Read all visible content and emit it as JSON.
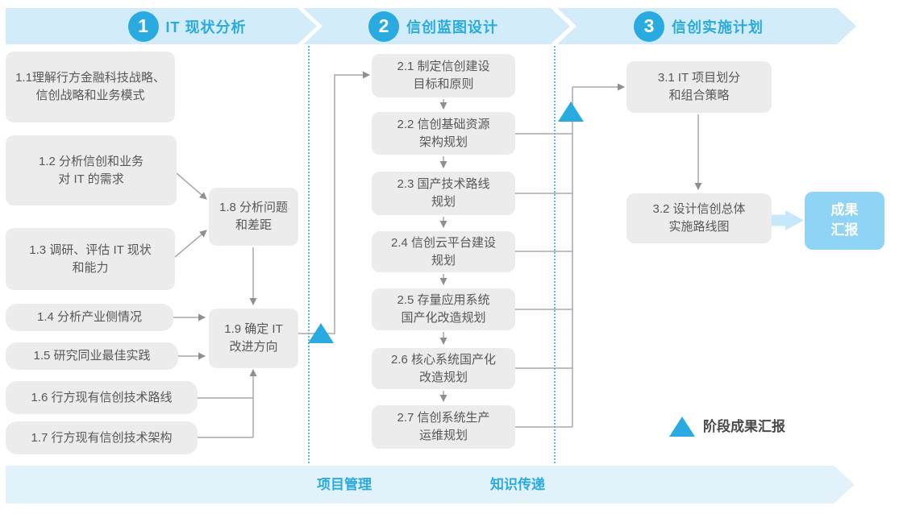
{
  "colors": {
    "accent": "#29abe2",
    "banner_fill": "#d3ecfa",
    "footer_fill": "#e1f2fb",
    "node_fill": "#ececec",
    "node_text": "#595757",
    "connector": "#a8a8a8",
    "result_fill": "#8fd4f4",
    "result_arrow": "#c5e9fa"
  },
  "phases": [
    {
      "number": "1",
      "title": "IT 现状分析"
    },
    {
      "number": "2",
      "title": "信创蓝图设计"
    },
    {
      "number": "3",
      "title": "信创实施计划"
    }
  ],
  "phase1_tasks": {
    "t11": {
      "lines": [
        "1.1理解行方金融科技战略、",
        "信创战略和业务模式"
      ]
    },
    "t12": {
      "lines": [
        "1.2 分析信创和业务",
        "对 IT 的需求"
      ]
    },
    "t13": {
      "lines": [
        "1.3 调研、评估 IT 现状",
        "和能力"
      ]
    },
    "t14": {
      "lines": [
        "1.4 分析产业侧情况"
      ]
    },
    "t15": {
      "lines": [
        "1.5 研究同业最佳实践"
      ]
    },
    "t16": {
      "lines": [
        "1.6 行方现有信创技术路线"
      ]
    },
    "t17": {
      "lines": [
        "1.7 行方现有信创技术架构"
      ]
    },
    "t18": {
      "lines": [
        "1.8 分析问题",
        "和差距"
      ]
    },
    "t19": {
      "lines": [
        "1.9 确定 IT",
        "改进方向"
      ]
    }
  },
  "phase2_tasks": {
    "t21": {
      "lines": [
        "2.1 制定信创建设",
        "目标和原则"
      ]
    },
    "t22": {
      "lines": [
        "2.2 信创基础资源",
        "架构规划"
      ]
    },
    "t23": {
      "lines": [
        "2.3 国产技术路线",
        "规划"
      ]
    },
    "t24": {
      "lines": [
        "2.4 信创云平台建设",
        "规划"
      ]
    },
    "t25": {
      "lines": [
        "2.5 存量应用系统",
        "国产化改造规划"
      ]
    },
    "t26": {
      "lines": [
        "2.6 核心系统国产化",
        "改造规划"
      ]
    },
    "t27": {
      "lines": [
        "2.7 信创系统生产",
        "运维规划"
      ]
    }
  },
  "phase3_tasks": {
    "t31": {
      "lines": [
        "3.1 IT 项目划分",
        "和组合策略"
      ]
    },
    "t32": {
      "lines": [
        "3.2 设计信创总体",
        "实施路线图"
      ]
    }
  },
  "result_box": {
    "lines": [
      "成果",
      "汇报"
    ]
  },
  "legend": {
    "label": "阶段成果汇报"
  },
  "footer": {
    "labels": [
      "项目管理",
      "知识传递"
    ]
  }
}
